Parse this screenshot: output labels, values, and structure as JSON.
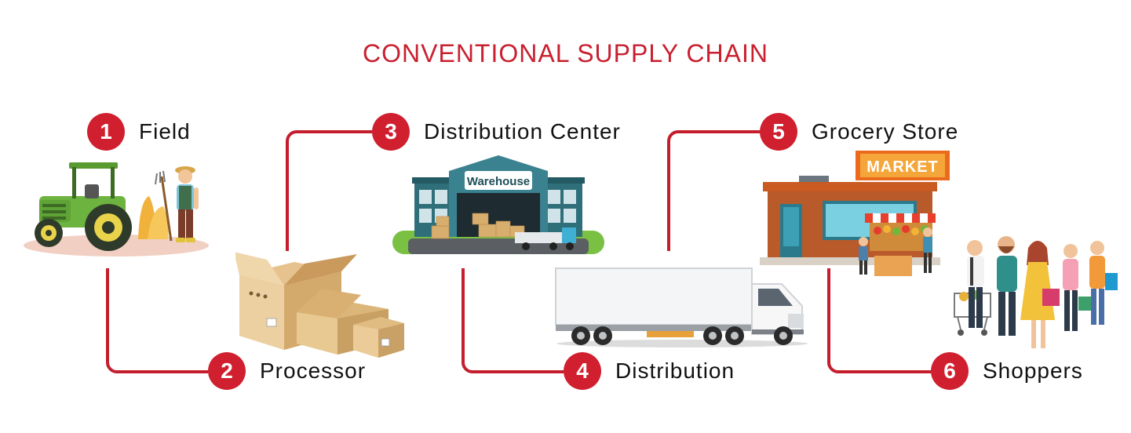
{
  "title": "CONVENTIONAL SUPPLY CHAIN",
  "steps": [
    {
      "number": "1",
      "label": "Field"
    },
    {
      "number": "2",
      "label": "Processor"
    },
    {
      "number": "3",
      "label": "Distribution Center"
    },
    {
      "number": "4",
      "label": "Distribution"
    },
    {
      "number": "5",
      "label": "Grocery Store"
    },
    {
      "number": "6",
      "label": "Shoppers"
    }
  ],
  "signs": {
    "warehouse": "Warehouse",
    "market": "MARKET"
  },
  "colors": {
    "accent": "#d01f2e",
    "title": "#c8202f",
    "connector": "#c41e2d"
  },
  "icons": [
    "tractor-farmer-icon",
    "cardboard-boxes-icon",
    "warehouse-icon",
    "truck-icon",
    "market-stall-icon",
    "shoppers-icon"
  ]
}
